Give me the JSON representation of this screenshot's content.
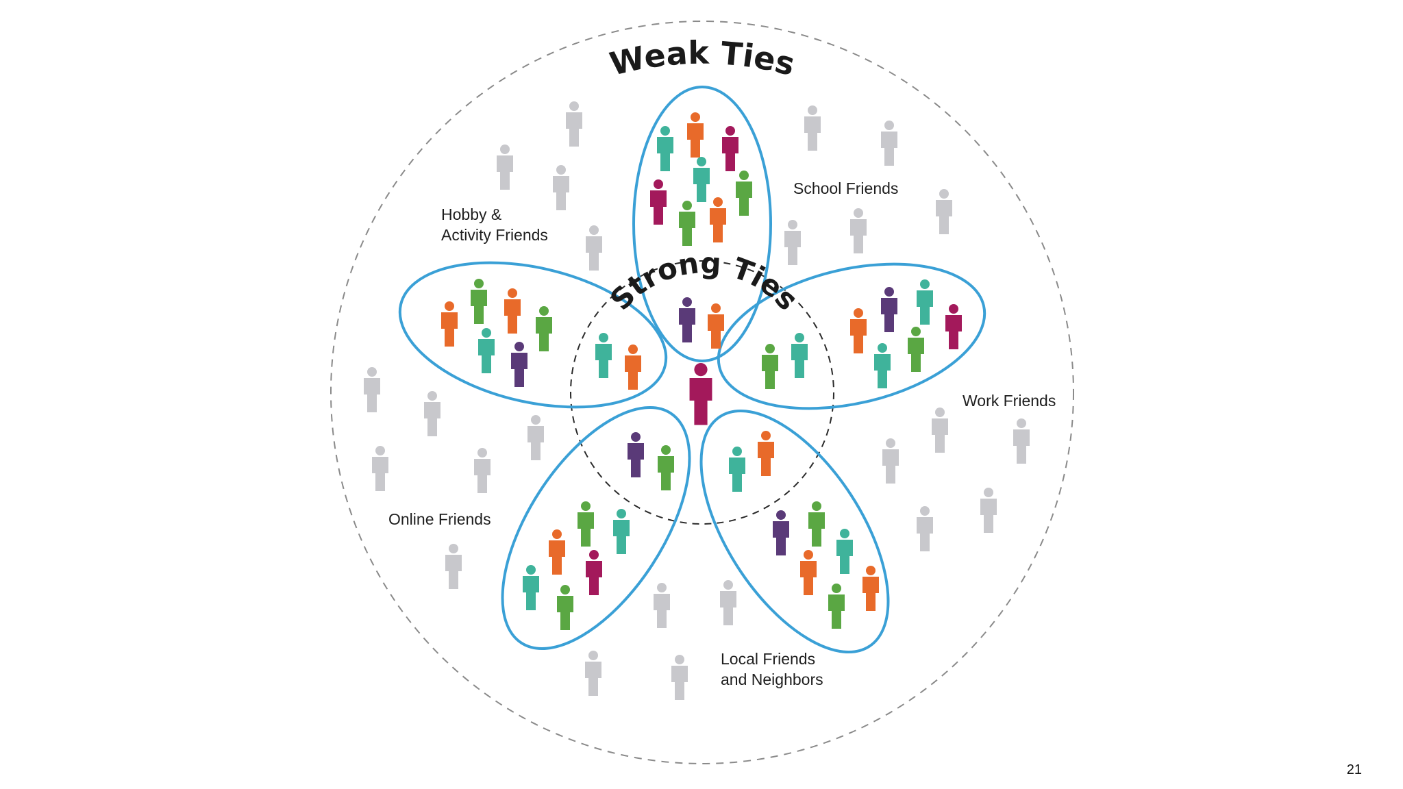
{
  "diagram": {
    "outer_label": "Weak Ties",
    "inner_label": "Strong Ties",
    "groups": [
      {
        "label_lines": [
          "School Friends"
        ]
      },
      {
        "label_lines": [
          "Work Friends"
        ]
      },
      {
        "label_lines": [
          "Local Friends",
          "and Neighbors"
        ]
      },
      {
        "label_lines": [
          "Online Friends"
        ]
      },
      {
        "label_lines": [
          "Hobby &",
          "Activity Friends"
        ]
      }
    ]
  },
  "colors": {
    "petal_outline": "#3aa0d6",
    "weak_person": "#c8c8cc",
    "center_person": "#a3195b",
    "orange": "#e86a2a",
    "teal": "#3fb39b",
    "magenta": "#a3195b",
    "green": "#5aa743",
    "purple": "#5a3a78"
  },
  "page_number": "21"
}
